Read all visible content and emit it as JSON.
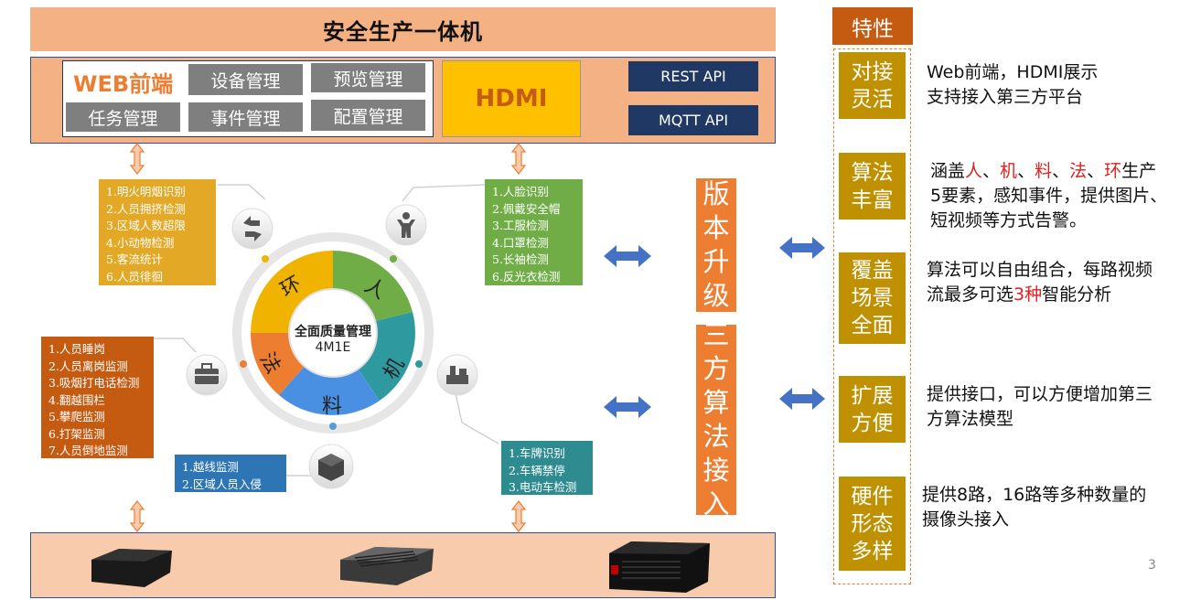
{
  "title": "安全生产一体机",
  "web_frontend": {
    "label": "WEB前端",
    "buttons": [
      "设备管理",
      "预览管理",
      "任务管理",
      "事件管理",
      "配置管理"
    ]
  },
  "hdmi_label": "HDMI",
  "apis": [
    "REST API",
    "MQTT API"
  ],
  "center": {
    "title": "全面质量管理",
    "subtitle": "4M1E",
    "segments": [
      "环",
      "人",
      "机",
      "料",
      "法"
    ]
  },
  "lists": {
    "env": [
      "1.明火明烟识别",
      "2.人员拥挤检测",
      "3.区域人数超限",
      "4.小动物检测",
      "5.客流统计",
      "6.人员徘徊"
    ],
    "person": [
      "1.人脸识别",
      "2.佩戴安全帽",
      "3.工服检测",
      "4.口罩检测",
      "5.长袖检测",
      "6.反光衣检测"
    ],
    "method": [
      "1.人员睡岗",
      "2.人员离岗监测",
      "3.吸烟打电话检测",
      "4.翻越围栏",
      "5.攀爬监测",
      "6.打架监测",
      "7.人员倒地监测"
    ],
    "material": [
      "1.越线监测",
      "2.区域人员入侵"
    ],
    "machine": [
      "1.车牌识别",
      "2.车辆禁停",
      "3.电动车检测"
    ]
  },
  "side_buttons": {
    "upgrade": [
      "版",
      "本",
      "升",
      "级"
    ],
    "third_party": [
      "三",
      "方",
      "算",
      "法",
      "接",
      "入"
    ]
  },
  "features": {
    "header": "特性",
    "items": [
      {
        "label": [
          "对接",
          "灵活"
        ],
        "desc_lines": [
          "Web前端，HDMI展示",
          "支持接入第三方平台"
        ]
      },
      {
        "label": [
          "算法",
          "丰富"
        ],
        "desc_lines": [
          "涵盖人、机、料、法、环生产",
          "5要素，感知事件，提供图片、",
          "短视频等方式告警。"
        ]
      },
      {
        "label": [
          "覆盖",
          "场景",
          "全面"
        ],
        "desc_lines": [
          "算法可以自由组合，每路视频",
          "流最多可选3种智能分析"
        ]
      },
      {
        "label": [
          "扩展",
          "方便"
        ],
        "desc_lines": [
          "提供接口，可以方便增加第三",
          "方算法模型"
        ]
      },
      {
        "label": [
          "硬件",
          "形态",
          "多样"
        ],
        "desc_lines": [
          "提供8路，16路等多种数量的",
          "摄像头接入"
        ]
      }
    ]
  },
  "page_number": "3",
  "colors": {
    "title_bg": "#f4b183",
    "orange": "#ed7d31",
    "dark_orange": "#c55a11",
    "gold": "#bf9000",
    "navy": "#1f3864",
    "green": "#70ad47",
    "teal": "#2e9aa0",
    "blue": "#4a90e2",
    "yellow": "#f0b400"
  }
}
